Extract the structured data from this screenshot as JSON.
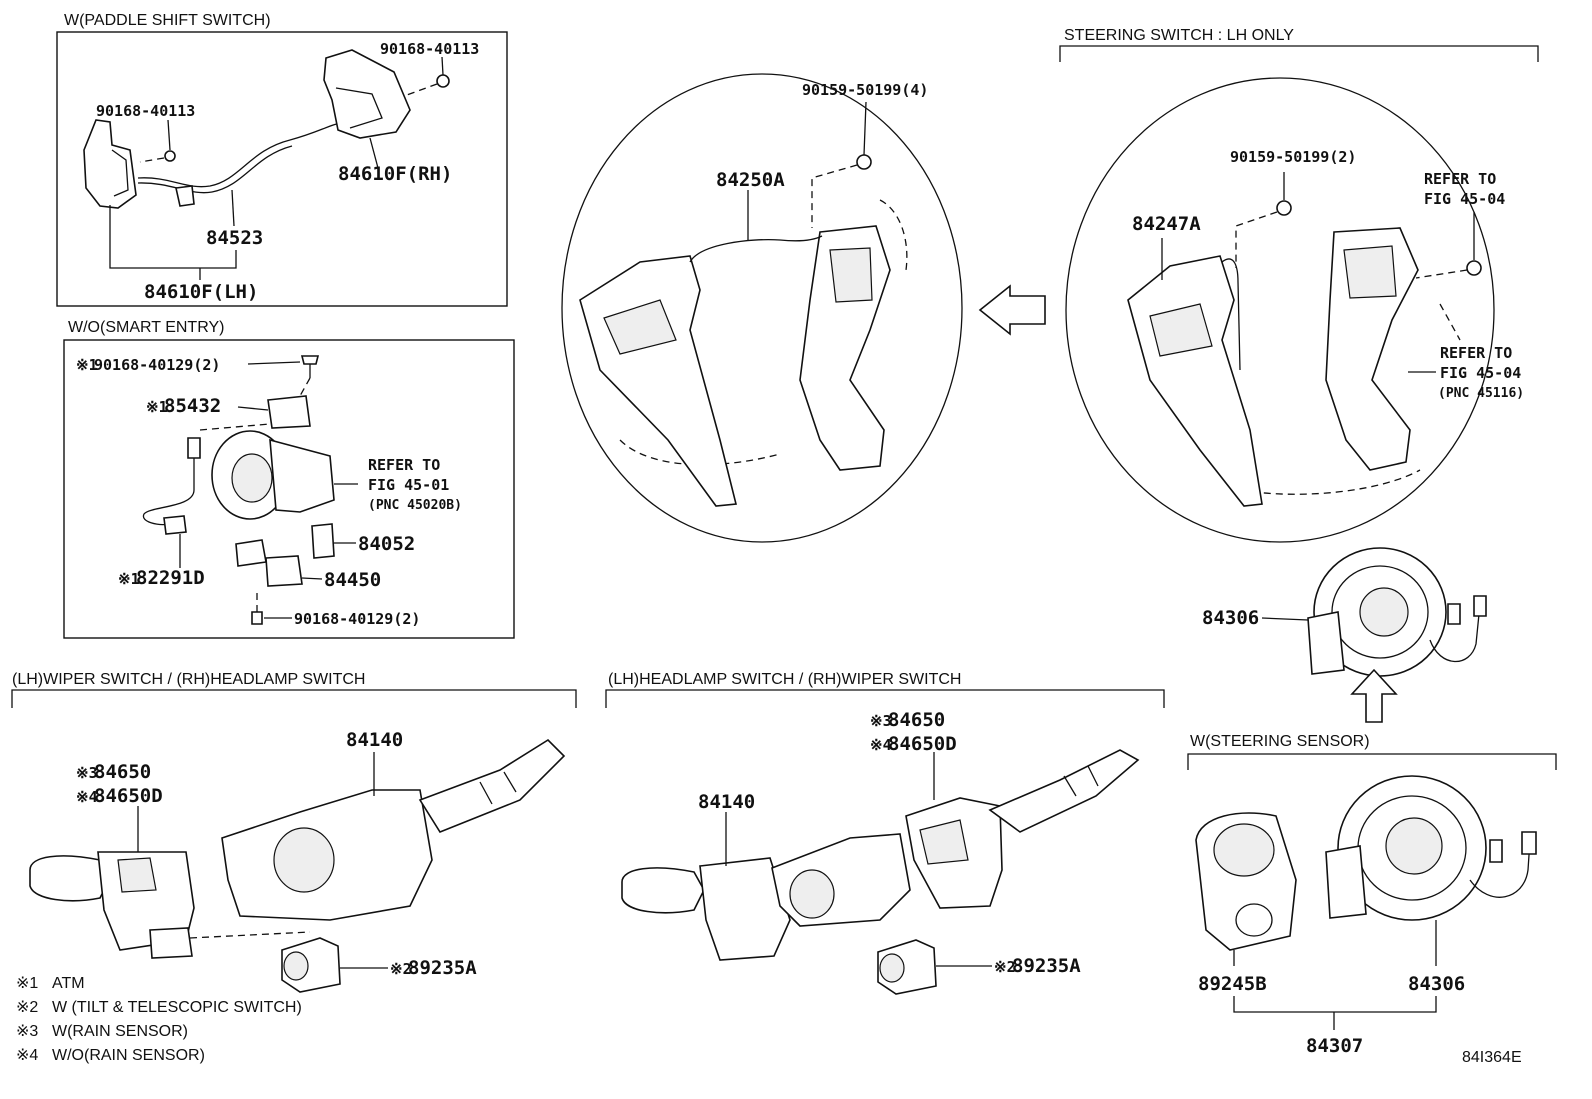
{
  "headers": {
    "paddle": "W(PADDLE SHIFT SWITCH)",
    "smart": "W/O(SMART ENTRY)",
    "steering_lh": "STEERING SWITCH : LH ONLY",
    "wiper_lh": "(LH)WIPER SWITCH  /  (RH)HEADLAMP SWITCH",
    "headlamp_lh": "(LH)HEADLAMP SWITCH  /  (RH)WIPER SWITCH",
    "steer_sensor": "W(STEERING SENSOR)"
  },
  "paddle": {
    "p1": "90168-40113",
    "p2": "90168-40113",
    "rh": "84610F(RH)",
    "wire": "84523",
    "lh": "84610F(LH)"
  },
  "smart": {
    "screw_top": "90168-40129(2)",
    "screw_top_mark": "※1",
    "p85432_mark": "※1",
    "p85432": "85432",
    "refer1": "REFER TO",
    "refer2": "FIG 45-01",
    "refer3": "(PNC 45020B)",
    "p84052": "84052",
    "p82291_mark": "※1",
    "p82291": "82291D",
    "p84450": "84450",
    "screw_bot": "90168-40129(2)"
  },
  "wheel_center": {
    "screw": "90159-50199(4)",
    "part": "84250A"
  },
  "wheel_right": {
    "screw": "90159-50199(2)",
    "part": "84247A",
    "refer_a1": "REFER TO",
    "refer_a2": "FIG 45-04",
    "refer_b1": "REFER TO",
    "refer_b2": "FIG 45-04",
    "refer_b3": "(PNC 45116)"
  },
  "spiral_top": {
    "part": "84306"
  },
  "wiper_left": {
    "m3": "※3",
    "p84650": "84650",
    "m4": "※4",
    "p84650d": "84650D",
    "p84140": "84140",
    "m2": "※2",
    "p89235a": "89235A"
  },
  "wiper_right": {
    "m3": "※3",
    "p84650": "84650",
    "m4": "※4",
    "p84650d": "84650D",
    "p84140": "84140",
    "m2": "※2",
    "p89235a": "89235A"
  },
  "sensor": {
    "p89245b": "89245B",
    "p84306": "84306",
    "p84307": "84307"
  },
  "notes": [
    {
      "mark": "※1",
      "text": "ATM"
    },
    {
      "mark": "※2",
      "text": "W (TILT & TELESCOPIC SWITCH)"
    },
    {
      "mark": "※3",
      "text": "W(RAIN SENSOR)"
    },
    {
      "mark": "※4",
      "text": "W/O(RAIN SENSOR)"
    }
  ],
  "figure_id": "84I364E"
}
